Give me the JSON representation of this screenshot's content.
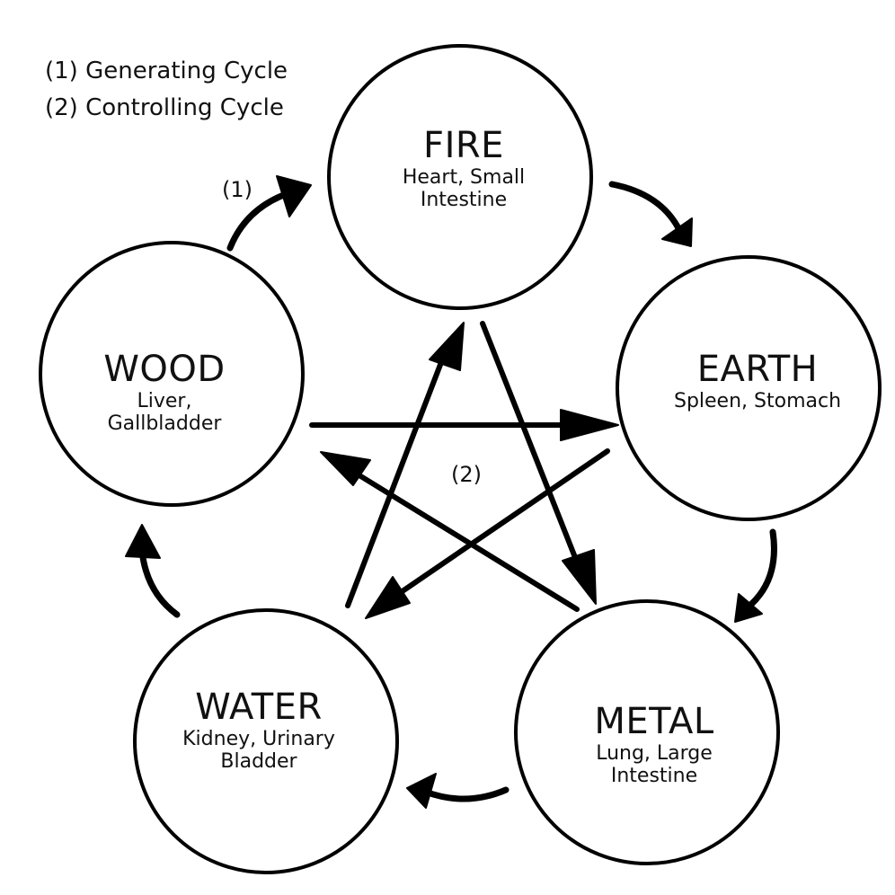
{
  "legend": {
    "generating": "(1) Generating Cycle",
    "controlling": "(2) Controlling Cycle"
  },
  "cycle_labels": {
    "generating": "(1)",
    "controlling": "(2)"
  },
  "elements": {
    "fire": {
      "name": "FIRE",
      "organs_line1": "Heart, Small",
      "organs_line2": "Intestine"
    },
    "earth": {
      "name": "EARTH",
      "organs_line1": "Spleen, Stomach",
      "organs_line2": ""
    },
    "metal": {
      "name": "METAL",
      "organs_line1": "Lung, Large",
      "organs_line2": "Intestine"
    },
    "water": {
      "name": "WATER",
      "organs_line1": "Kidney, Urinary",
      "organs_line2": "Bladder"
    },
    "wood": {
      "name": "WOOD",
      "organs_line1": "Liver,",
      "organs_line2": "Gallbladder"
    }
  },
  "edges": {
    "generating": [
      {
        "from": "wood",
        "to": "fire"
      },
      {
        "from": "fire",
        "to": "earth"
      },
      {
        "from": "earth",
        "to": "metal"
      },
      {
        "from": "metal",
        "to": "water"
      },
      {
        "from": "water",
        "to": "wood"
      }
    ],
    "controlling": [
      {
        "from": "wood",
        "to": "earth"
      },
      {
        "from": "fire",
        "to": "metal"
      },
      {
        "from": "earth",
        "to": "water"
      },
      {
        "from": "metal",
        "to": "wood"
      },
      {
        "from": "water",
        "to": "fire"
      }
    ]
  },
  "colors": {
    "stroke": "#000000",
    "background": "#ffffff"
  }
}
